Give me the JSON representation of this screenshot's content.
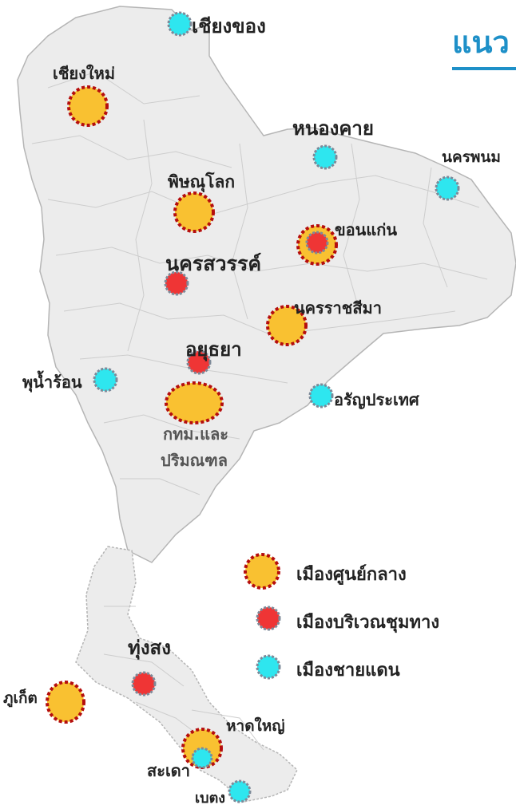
{
  "title": "แนว",
  "colors": {
    "hub": "#f9c131",
    "hub_border": "#b50e0e",
    "junction": "#ef3535",
    "junction_border": "#7d8a99",
    "border_city": "#2ee6ef",
    "border_city_border": "#7d8a99",
    "land": "#ececec",
    "province_line": "#c9c9c9"
  },
  "cities": {
    "chiang_khong": "เชียงของ",
    "chiang_mai": "เชียงใหม่",
    "nong_khai": "หนองคาย",
    "nakhon_phanom": "นครพนม",
    "phitsanulok": "พิษณุโลก",
    "khon_kaen": "ขอนแก่น",
    "nakhon_sawan": "นครสวรรค์",
    "nakhon_ratchasima": "นครราชสีมา",
    "ayutthaya": "อยุธยา",
    "phu_nam_ron": "พุน้ำร้อน",
    "aranyaprathet": "อรัญประเทศ",
    "bangkok_line1": "กทม.และ",
    "bangkok_line2": "ปริมณฑล",
    "thung_song": "ทุ่งสง",
    "phuket": "ภูเก็ต",
    "hat_yai": "หาดใหญ่",
    "sadao": "สะเดา",
    "betong": "เบตง"
  },
  "legend": {
    "hub": "เมืองศูนย์กลาง",
    "junction": "เมืองบริเวณชุมทาง",
    "border": "เมืองชายแดน"
  }
}
